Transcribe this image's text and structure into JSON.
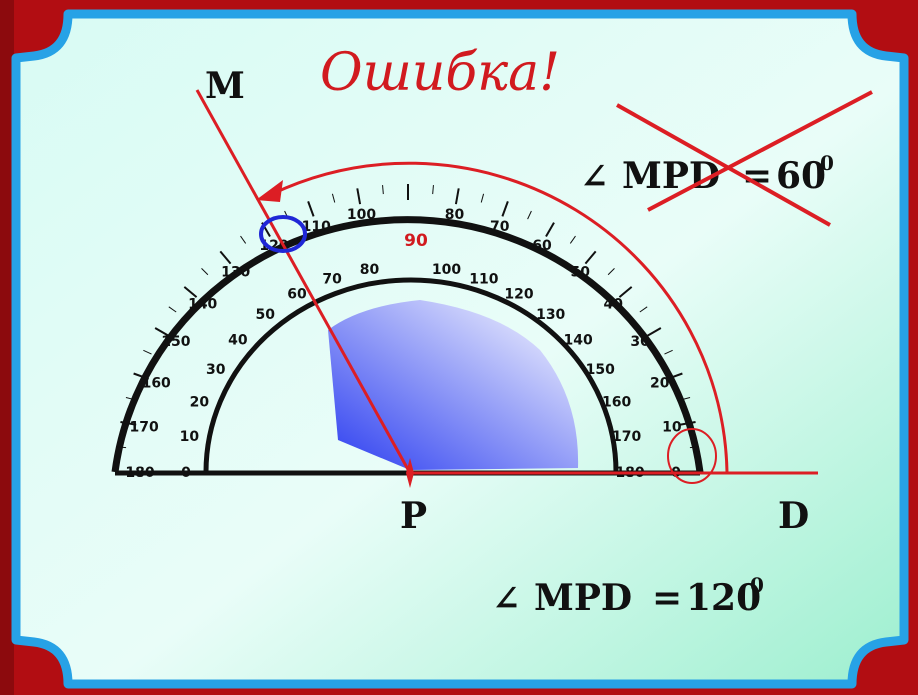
{
  "title": "Ошибка!",
  "points": {
    "m": "M",
    "p": "P",
    "d": "D"
  },
  "wrong_answer": {
    "angle_sign": "∠",
    "name": "MPD",
    "equals": "=",
    "value": "60",
    "unit": "0"
  },
  "correct_answer": {
    "angle_sign": "∠",
    "name": "MPD",
    "equals": "=",
    "value": "120",
    "unit": "0"
  },
  "protractor": {
    "center_label": "90",
    "outer_labels": [
      "0",
      "10",
      "20",
      "30",
      "40",
      "50",
      "60",
      "70",
      "80",
      "100",
      "110",
      "120",
      "130",
      "140",
      "150",
      "160",
      "170",
      "180"
    ],
    "inner_labels": [
      "0",
      "10",
      "20",
      "30",
      "40",
      "50",
      "60",
      "70",
      "80",
      "100",
      "110",
      "120",
      "130",
      "140",
      "150",
      "160",
      "170",
      "180"
    ]
  },
  "colors": {
    "frame_red": "#b20d12",
    "board_border": "#27a2e6",
    "board_fill_light": "#e2fbf6",
    "board_fill_mid": "#9bf0cf",
    "line_red": "#dc1e24",
    "protractor_blue": "#2a3cf0",
    "highlight_circle": "#1f27d6",
    "text_dark": "#111111",
    "title_red": "#d11a1f"
  },
  "measured_angle_degrees": 120,
  "wrong_reading_degrees": 60
}
